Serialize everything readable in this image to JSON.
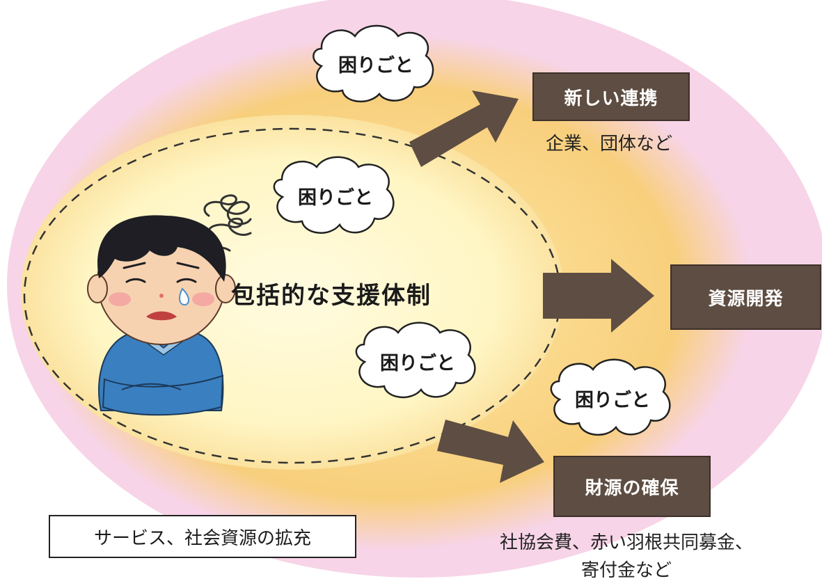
{
  "center_label": "包括的な支援体制",
  "clouds": [
    {
      "label": "困りごと"
    },
    {
      "label": "困りごと"
    },
    {
      "label": "困りごと"
    },
    {
      "label": "困りごと"
    }
  ],
  "outcomes": [
    {
      "label": "新しい連携",
      "caption": "企業、団体など"
    },
    {
      "label": "資源開発"
    },
    {
      "label": "財源の確保",
      "caption_lines": [
        "社協会費、赤い羽根共同募金、",
        "寄付金など"
      ]
    }
  ],
  "service_box": "サービス、社会資源の拡充",
  "colors": {
    "outer_ring": "#f6cde4",
    "middle_ring": "#f9d18c",
    "inner_glow": "#fff8c8",
    "arrow": "#5e4d42",
    "box": "#5e4d42"
  }
}
